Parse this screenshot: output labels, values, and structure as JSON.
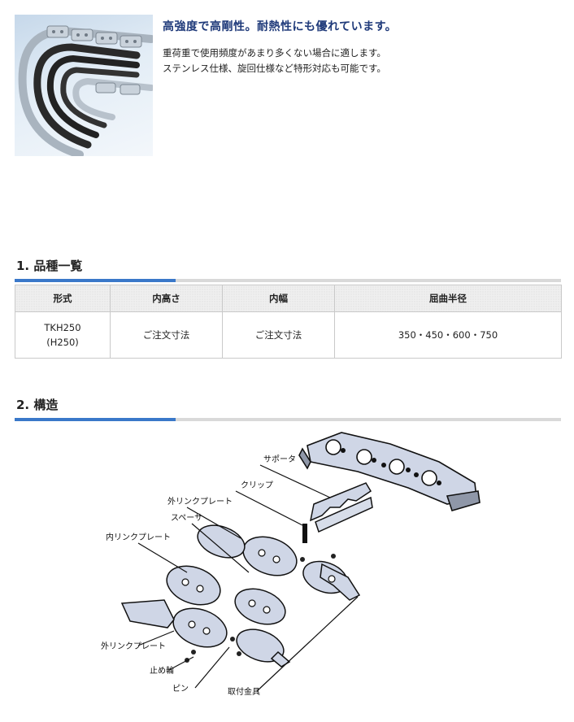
{
  "hero": {
    "title": "高強度で高剛性。耐熱性にも優れています。",
    "desc_line1": "重荷重で使用頻度があまり多くない場合に適します。",
    "desc_line2": "ステンレス仕様、旋回仕様など特形対応も可能です。"
  },
  "section1": {
    "title": "1. 品種一覧",
    "table": {
      "headers": [
        "形式",
        "内高さ",
        "内幅",
        "屈曲半径"
      ],
      "row": {
        "model_line1": "TKH250",
        "model_line2": "(H250)",
        "inner_height": "ご注文寸法",
        "inner_width": "ご注文寸法",
        "bend_radius": "350・450・600・750"
      }
    }
  },
  "section2": {
    "title": "2. 構造",
    "labels": {
      "supporter": "サポータ",
      "clip": "クリップ",
      "outer_plate_top": "外リンクプレート",
      "spacer": "スペーサ",
      "inner_plate": "内リンクプレート",
      "outer_plate_bottom": "外リンクプレート",
      "stop_ring": "止め輪",
      "pin": "ピン",
      "mount_bracket": "取付金具"
    }
  },
  "colors": {
    "accent": "#3a78c9",
    "title_blue": "#1f3a7a",
    "rule_gray": "#d9d9d9"
  }
}
